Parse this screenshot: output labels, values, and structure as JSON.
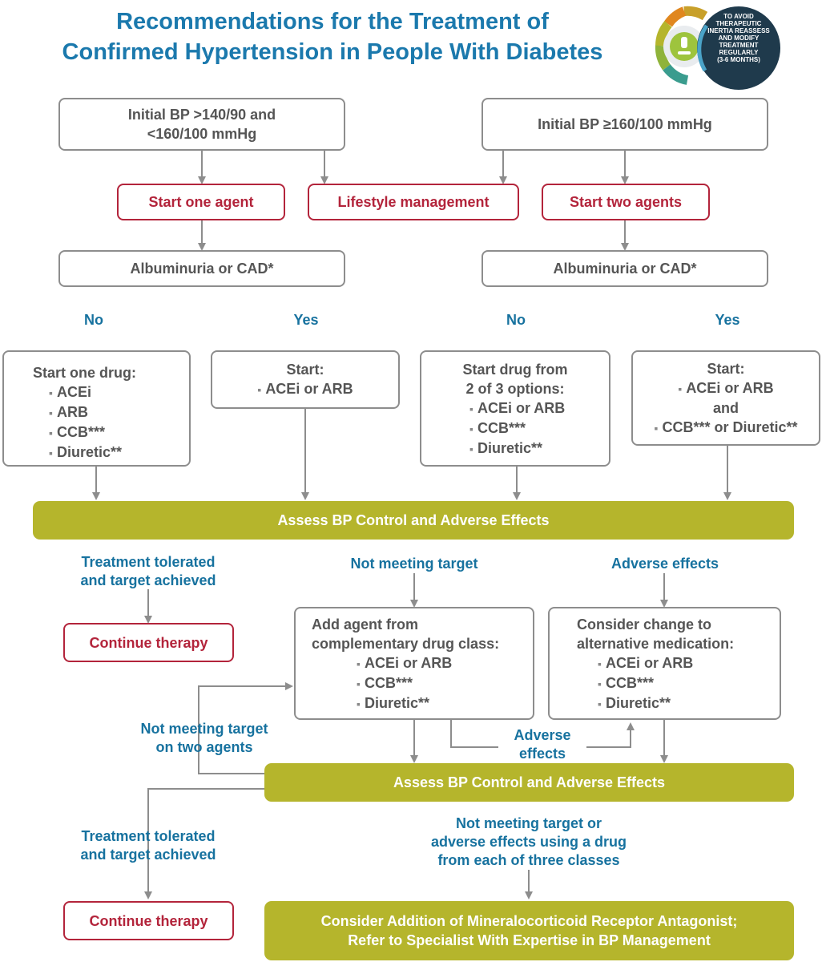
{
  "title": {
    "line1": "Recommendations for the Treatment of",
    "line2": "Confirmed Hypertension in People With Diabetes"
  },
  "badge": {
    "line1": "TO AVOID",
    "line2": "THERAPEUTIC",
    "line3": "INERTIA REASSESS",
    "line4": "AND MODIFY",
    "line5": "TREATMENT",
    "line6": "REGULARLY",
    "line7": "(3-6 MONTHS)"
  },
  "initial_left": {
    "line1": "Initial BP >140/90 and",
    "line2": "<160/100 mmHg"
  },
  "initial_right": {
    "text": "Initial BP ≥160/100 mmHg"
  },
  "start_one_agent": "Start one agent",
  "lifestyle": "Lifestyle management",
  "start_two_agents": "Start two agents",
  "albuminuria_left": "Albuminuria or CAD*",
  "albuminuria_right": "Albuminuria or CAD*",
  "labels": {
    "no": "No",
    "yes": "Yes"
  },
  "box_one_drug": {
    "heading": "Start one drug:",
    "items": [
      "ACEi",
      "ARB",
      "CCB***",
      "Diuretic**"
    ]
  },
  "box_start_acei": {
    "heading": "Start:",
    "items": [
      "ACEi or ARB"
    ]
  },
  "box_drug_two_of_three": {
    "heading1": "Start drug from",
    "heading2": "2 of 3 options:",
    "items": [
      "ACEi or ARB",
      "CCB***",
      "Diuretic**"
    ]
  },
  "box_start_combo": {
    "heading": "Start:",
    "item1": "ACEi or ARB",
    "and": "and",
    "item2": "CCB*** or Diuretic**"
  },
  "assess1": "Assess BP Control and Adverse Effects",
  "assess2": "Assess BP Control and Adverse Effects",
  "outcome_labels": {
    "tolerated1": "Treatment tolerated",
    "tolerated2": "and target achieved",
    "not_meeting": "Not meeting target",
    "adverse": "Adverse effects"
  },
  "continue_therapy_1": "Continue therapy",
  "continue_therapy_2": "Continue therapy",
  "box_add_agent": {
    "heading1": "Add agent from",
    "heading2": "complementary drug class:",
    "items": [
      "ACEi or ARB",
      "CCB***",
      "Diuretic**"
    ]
  },
  "box_consider_change": {
    "heading1": "Consider change to",
    "heading2": "alternative medication:",
    "items": [
      "ACEi or ARB",
      "CCB***",
      "Diuretic**"
    ]
  },
  "loop_label": {
    "line1": "Not meeting target",
    "line2": "on two agents"
  },
  "adverse_mid": {
    "line1": "Adverse",
    "line2": "effects"
  },
  "bottom_labels": {
    "tolerated1": "Treatment tolerated",
    "tolerated2": "and target achieved",
    "three_classes1": "Not meeting target or",
    "three_classes2": "adverse effects using a drug",
    "three_classes3": "from each of three classes"
  },
  "final_box": {
    "line1": "Consider Addition of Mineralocorticoid Receptor Antagonist;",
    "line2": "Refer to Specialist With Expertise in BP Management"
  },
  "colors": {
    "title_blue": "#1b79ad",
    "label_blue": "#17729f",
    "red": "#b3243b",
    "olive": "#b5b52c",
    "gray_border": "#8d8d8d",
    "badge_navy": "#1f3a4c"
  }
}
